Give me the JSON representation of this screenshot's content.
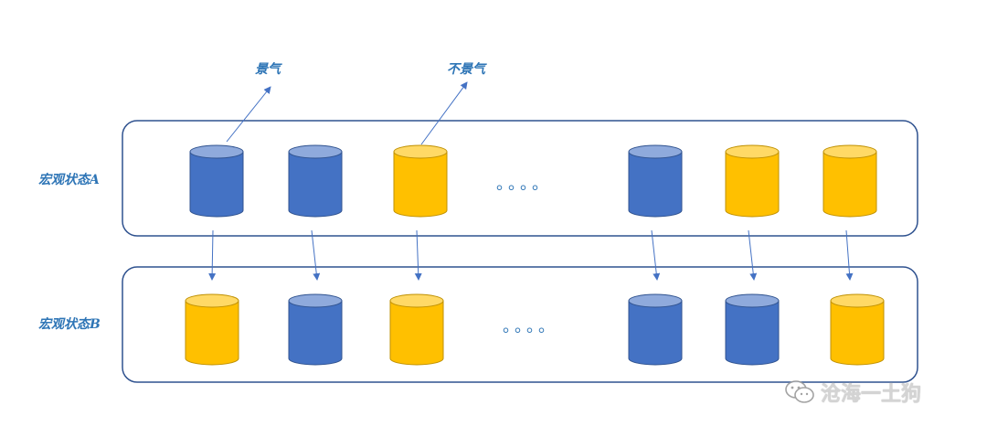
{
  "states": [
    {
      "label": "宏观状态A",
      "cylinders": [
        "blue",
        "blue",
        "yellow",
        "blue",
        "yellow",
        "yellow"
      ]
    },
    {
      "label": "宏观状态B",
      "cylinders": [
        "yellow",
        "blue",
        "yellow",
        "blue",
        "blue",
        "yellow"
      ]
    }
  ],
  "annotations": [
    {
      "label": "景气",
      "target_cylinder": 0
    },
    {
      "label": "不景气",
      "target_cylinder": 2
    }
  ],
  "ellipsis": "。。。。",
  "watermark": {
    "text": "沧海一土狗",
    "icon": "wechat-icon"
  },
  "colors": {
    "blue_body": "#4472c4",
    "blue_top": "#8faadc",
    "blue_stroke": "#2f528f",
    "yellow_body": "#ffc000",
    "yellow_top": "#ffd966",
    "yellow_stroke": "#bf9000",
    "box_stroke": "#2f528f",
    "arrow": "#4472c4",
    "label": "#2e75b6"
  }
}
